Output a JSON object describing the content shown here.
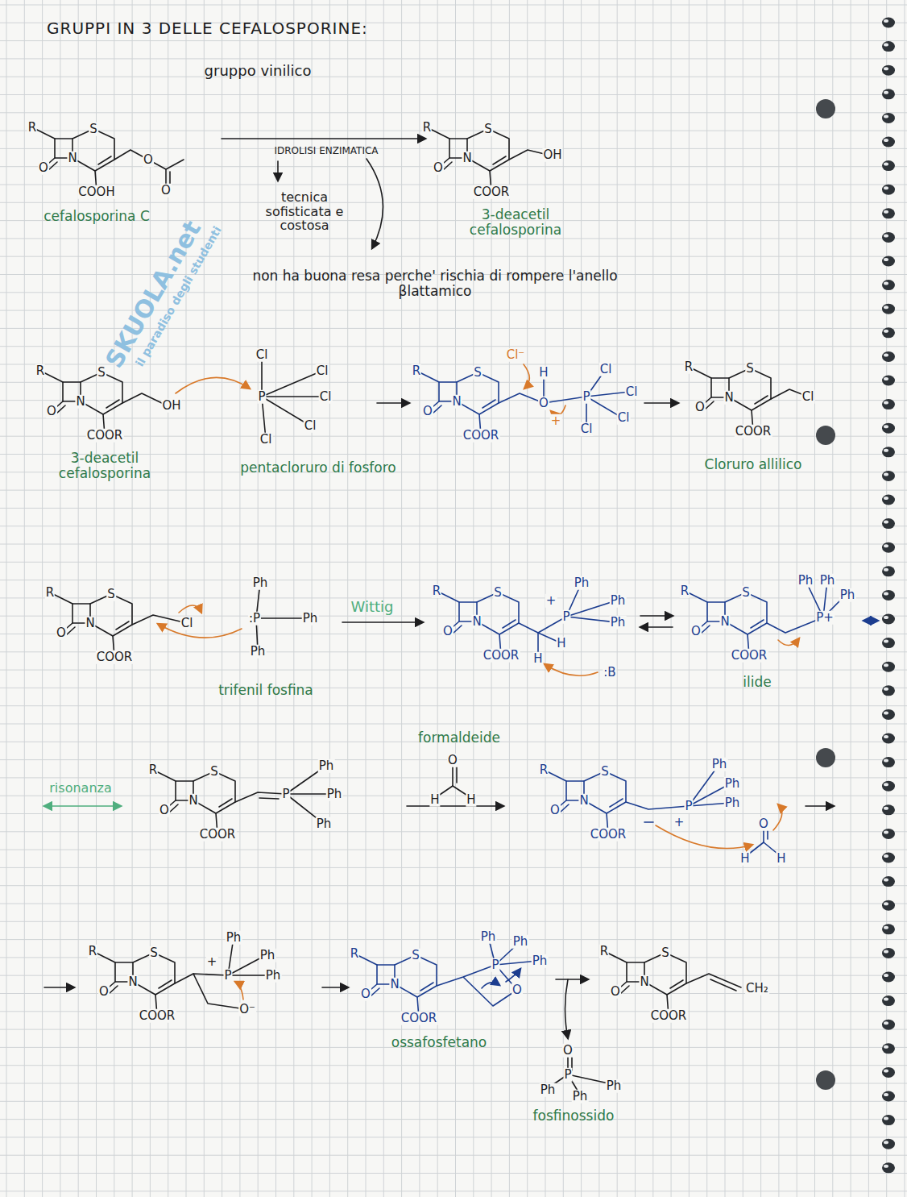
{
  "diagram": {
    "title": "GRUPPI IN 3 DELLE CEFALOSPORINE:",
    "labels": [
      "gruppo vinilico",
      "R",
      "S",
      "N",
      "O",
      "COOH",
      "O",
      "O",
      "cefalosporina C",
      "IDROLISI ENZIMATICA",
      "tecnica sofisticata e costosa",
      "non ha buona resa perche' rischia di rompere l'anello βlattamico",
      "R",
      "S",
      "N",
      "O",
      "COOR",
      "OH",
      "3-deacetil cefalosporina",
      "R",
      "S",
      "N",
      "O",
      "COOR",
      "OH",
      "3-deacetil cefalosporina",
      "P",
      "Cl",
      "Cl",
      "Cl",
      "Cl",
      "Cl",
      "pentacloruro di fosforo",
      "R",
      "S",
      "N",
      "O",
      "COOR",
      "Cl⁻",
      "H",
      "O",
      "+",
      "P",
      "Cl",
      "Cl",
      "Cl",
      "Cl",
      "R",
      "S",
      "N",
      "O",
      "COOR",
      "Cl",
      "Cloruro allilico",
      "R",
      "S",
      "N",
      "O",
      "COOR",
      "Cl",
      ":P",
      "Ph",
      "Ph",
      "Ph",
      "trifenil fosfina",
      "Wittig",
      "R",
      "S",
      "N",
      "O",
      "COOR",
      "+",
      "P",
      "Ph",
      "Ph",
      "Ph",
      "H",
      "H",
      ":B",
      "R",
      "S",
      "N",
      "O",
      "COOR",
      "P+",
      "Ph",
      "Ph",
      "Ph",
      "ilide",
      "risonanza",
      "R",
      "S",
      "N",
      "O",
      "COOR",
      "P",
      "Ph",
      "Ph",
      "Ph",
      "formaldeide",
      "O",
      "H",
      "H",
      "R",
      "S",
      "N",
      "O",
      "COOR",
      "P",
      "+",
      "Ph",
      "Ph",
      "Ph",
      "O",
      "H",
      "H",
      "R",
      "S",
      "N",
      "O",
      "COOR",
      "+",
      "P",
      "Ph",
      "Ph",
      "Ph",
      "O⁻",
      "R",
      "S",
      "N",
      "O",
      "COOR",
      "P",
      "Ph",
      "Ph",
      "Ph",
      "O",
      "ossafosfetano",
      "R",
      "S",
      "N",
      "O",
      "COOR",
      "CH₂",
      "O",
      "P",
      "Ph",
      "Ph",
      "Ph",
      "fosfinossido",
      "SKUOLA.net",
      "il paradiso degli studenti"
    ]
  }
}
